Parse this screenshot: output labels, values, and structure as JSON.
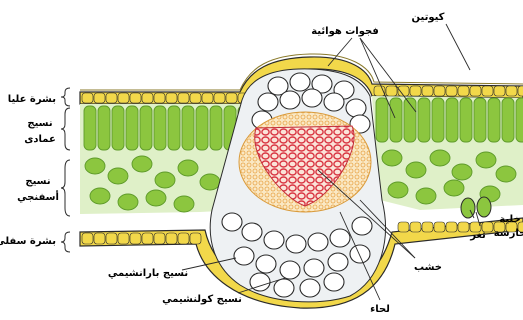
{
  "labels": {
    "cuticle": "كيوتين",
    "air_spaces": "فجوات هوائية",
    "upper_epidermis": "بشرة عليا",
    "palisade_line1": "نسيج",
    "palisade_line2": "عمادى",
    "spongy_line1": "نسيج",
    "spongy_line2": "أسفنجي",
    "lower_epidermis": "بشرة سفلى",
    "guard_cell_line1": "خلية",
    "guard_cell_line2": "حارسة",
    "stoma": "ثغر",
    "xylem": "خشب",
    "parenchyma": "نسيج بارانشيمي",
    "collenchyma": "نسيج كولنشيمي",
    "phloem": "لحاء"
  },
  "colors": {
    "epidermis": "#f2d84a",
    "mesophyll": "#8cc63f",
    "mesophyll_dark": "#5e9a2a",
    "xylem": "#e0454f",
    "phloem": "#f7d9a8",
    "parenchyma": "#ffffff",
    "outline": "#2b2b2b"
  }
}
